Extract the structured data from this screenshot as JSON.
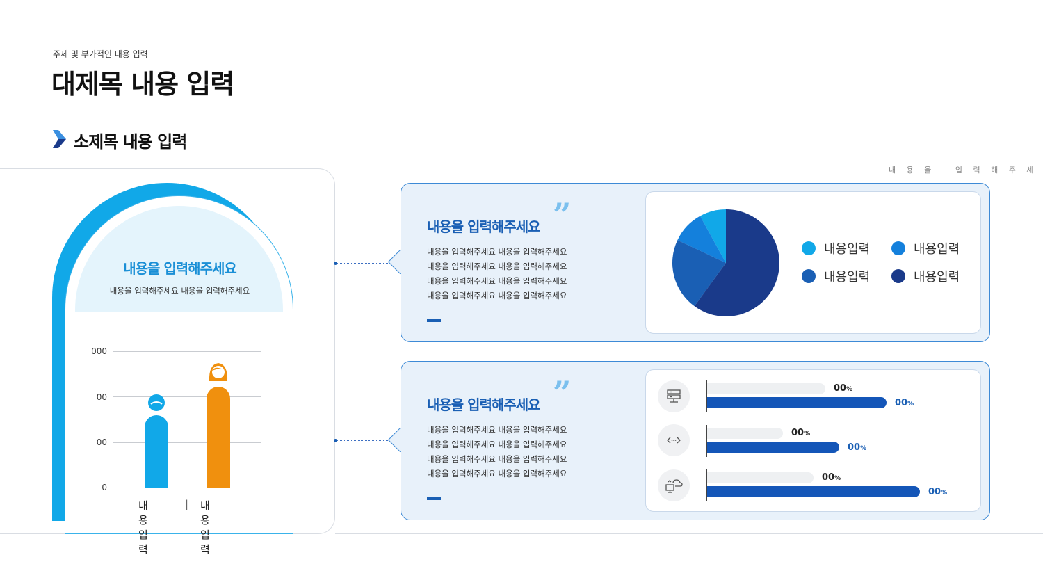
{
  "header": {
    "subtitle": "주제 및 부가적인 내용 입력",
    "title": "대제목 내용 입력",
    "section_title": "소제목 내용 입력",
    "top_caption": "내 용 을   입 력 해 주 세 요"
  },
  "arch_card": {
    "title": "내용을 입력해주세요",
    "description": "내용을 입력해주세요 내용을 입력해주세요"
  },
  "chart_data": {
    "type": "bar",
    "categories": [
      "내용입력",
      "내용입력"
    ],
    "y_tick_labels": [
      "000",
      "00",
      "00",
      "0"
    ],
    "values_fraction": [
      0.53,
      0.74
    ],
    "colors": [
      "#11a8e8",
      "#f0900e"
    ],
    "icons": [
      "male-person-icon",
      "female-person-icon"
    ],
    "separator": "|"
  },
  "callouts": [
    {
      "title": "내용을 입력해주세요",
      "quote_mark": "”",
      "lines": [
        "내용을 입력해주세요 내용을 입력해주세요",
        "내용을 입력해주세요 내용을 입력해주세요",
        "내용을 입력해주세요 내용을 입력해주세요",
        "내용을 입력해주세요 내용을 입력해주세요"
      ]
    },
    {
      "title": "내용을 입력해주세요",
      "quote_mark": "”",
      "lines": [
        "내용을 입력해주세요 내용을 입력해주세요",
        "내용을 입력해주세요 내용을 입력해주세요",
        "내용을 입력해주세요 내용을 입력해주세요",
        "내용을 입력해주세요 내용을 입력해주세요"
      ]
    }
  ],
  "pie_chart": {
    "type": "pie",
    "slices": [
      {
        "label": "내용입력",
        "value": 8,
        "color": "#11a8e8"
      },
      {
        "label": "내용입력",
        "value": 10,
        "color": "#1480dc"
      },
      {
        "label": "내용입력",
        "value": 22,
        "color": "#1a5fb4"
      },
      {
        "label": "내용입력",
        "value": 60,
        "color": "#1a3a8a"
      }
    ]
  },
  "progress_rows": [
    {
      "icon": "server-icon",
      "gray_label": "00",
      "blue_label": "00",
      "unit": "%",
      "gray_fraction": 0.5,
      "blue_fraction": 0.76
    },
    {
      "icon": "code-icon",
      "gray_label": "00",
      "blue_label": "00",
      "unit": "%",
      "gray_fraction": 0.32,
      "blue_fraction": 0.56
    },
    {
      "icon": "cloud-computer-icon",
      "gray_label": "00",
      "blue_label": "00",
      "unit": "%",
      "gray_fraction": 0.45,
      "blue_fraction": 0.9
    }
  ]
}
